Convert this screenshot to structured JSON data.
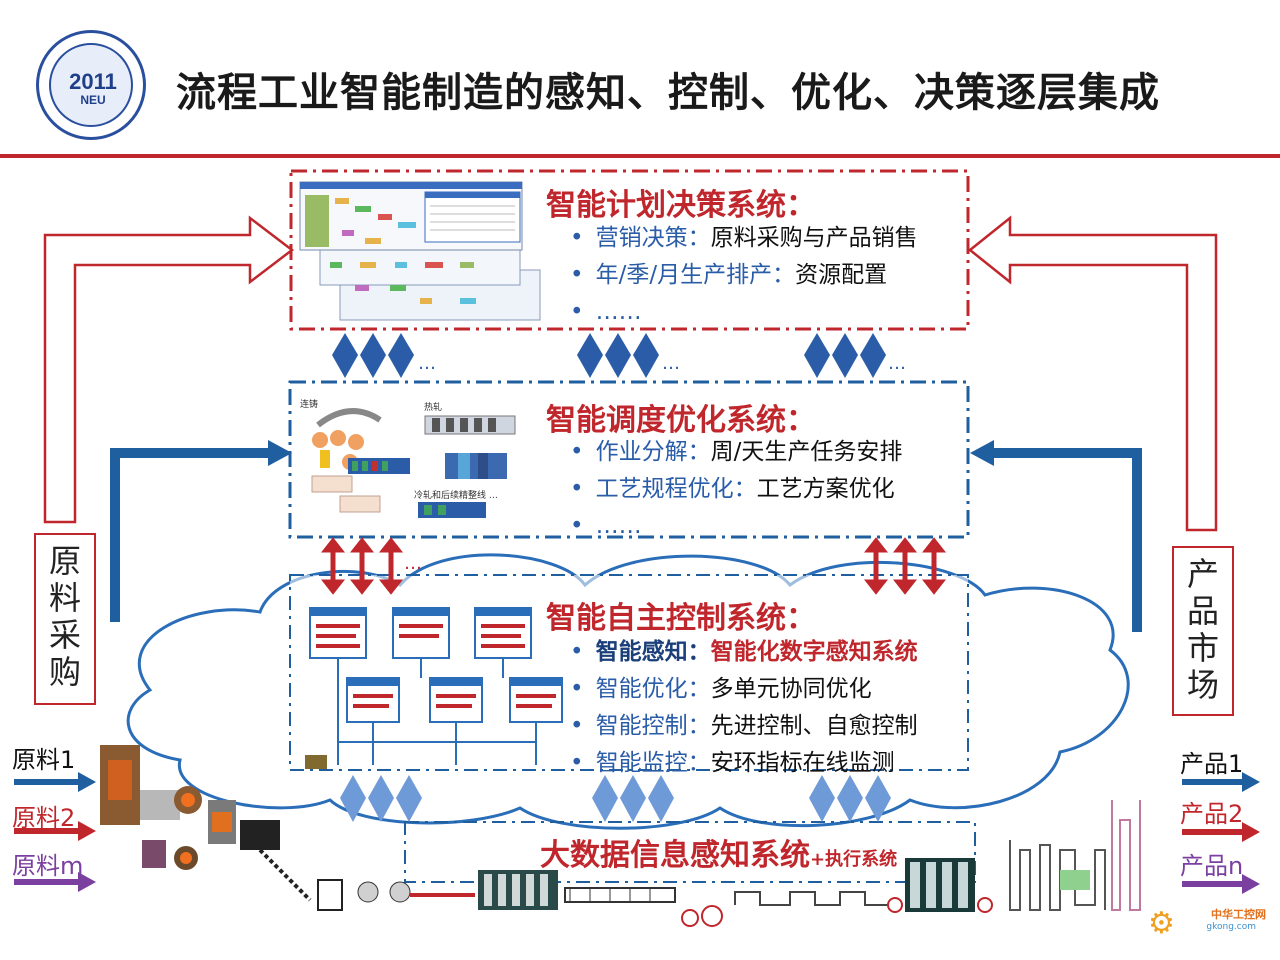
{
  "title": "流程工业智能制造的感知、控制、优化、决策逐层集成",
  "logo": {
    "year": "2011",
    "org": "NEU"
  },
  "planning": {
    "title": "智能计划决策系统：",
    "items": [
      {
        "key": "营销决策：",
        "value": "原料采购与产品销售"
      },
      {
        "key": "年/季/月生产排产：",
        "value": "资源配置"
      },
      {
        "key": "……",
        "value": ""
      }
    ]
  },
  "scheduling": {
    "title": "智能调度优化系统：",
    "items": [
      {
        "key": "作业分解：",
        "value": "周/天生产任务安排"
      },
      {
        "key": "工艺规程优化：",
        "value": "工艺方案优化"
      },
      {
        "key": "……",
        "value": ""
      }
    ],
    "diagram_labels": {
      "casting": "连铸",
      "hot_rolling": "热轧",
      "cold_rolling": "冷轧和后续精整线 …"
    }
  },
  "control": {
    "title": "智能自主控制系统：",
    "items": [
      {
        "key": "智能感知：",
        "value": "智能化数字感知系统"
      },
      {
        "key": "智能优化：",
        "value": "多单元协同优化"
      },
      {
        "key": "智能控制：",
        "value": "先进控制、自愈控制"
      },
      {
        "key": "智能监控：",
        "value": "安环指标在线监测"
      }
    ]
  },
  "big_data": {
    "main": "大数据信息感知系统",
    "suffix": "+执行系统"
  },
  "left_box": {
    "chars": [
      "原",
      "料",
      "采",
      "购"
    ]
  },
  "right_box": {
    "chars": [
      "产",
      "品",
      "市",
      "场"
    ]
  },
  "inputs": [
    "原料1",
    "原料2",
    "原料m"
  ],
  "outputs": [
    "产品1",
    "产品2",
    "产品n"
  ],
  "ellipsis": "…",
  "watermark": {
    "main": "中华工控网",
    "sub": "gkong.com"
  },
  "colors": {
    "red": "#c0272d",
    "blue": "#2a5ca8",
    "dark_blue": "#1f5fa0",
    "purple": "#7b3fa0",
    "light_blue": "#7aa3dc"
  }
}
